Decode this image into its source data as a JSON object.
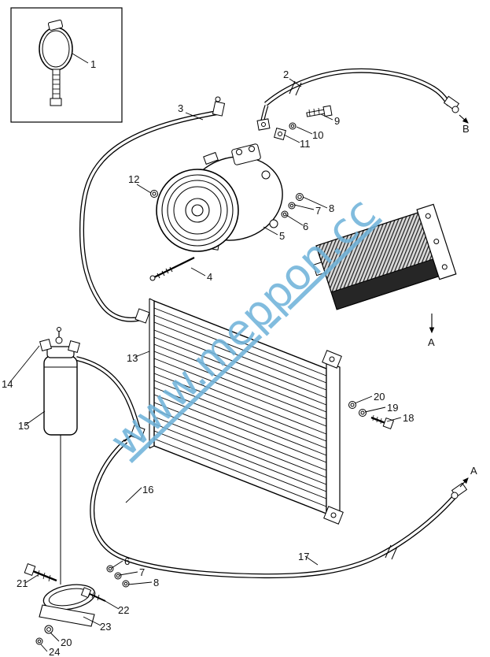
{
  "diagram": {
    "watermark": "www.meppon.cc",
    "watermark_color": "#6fb3da",
    "callouts": [
      {
        "id": "1",
        "text": "1"
      },
      {
        "id": "2",
        "text": "2"
      },
      {
        "id": "3",
        "text": "3"
      },
      {
        "id": "9",
        "text": "9"
      },
      {
        "id": "10",
        "text": "10"
      },
      {
        "id": "11",
        "text": "11"
      },
      {
        "id": "12",
        "text": "12"
      },
      {
        "id": "7a",
        "text": "7"
      },
      {
        "id": "8a",
        "text": "8"
      },
      {
        "id": "6a",
        "text": "6"
      },
      {
        "id": "5",
        "text": "5"
      },
      {
        "id": "4",
        "text": "4"
      },
      {
        "id": "13",
        "text": "13"
      },
      {
        "id": "14",
        "text": "14"
      },
      {
        "id": "15",
        "text": "15"
      },
      {
        "id": "20a",
        "text": "20"
      },
      {
        "id": "19",
        "text": "19"
      },
      {
        "id": "18",
        "text": "18"
      },
      {
        "id": "16",
        "text": "16"
      },
      {
        "id": "A1",
        "text": "A"
      },
      {
        "id": "A2",
        "text": "A"
      },
      {
        "id": "B",
        "text": "B"
      },
      {
        "id": "17",
        "text": "17"
      },
      {
        "id": "21",
        "text": "21"
      },
      {
        "id": "6b",
        "text": "6"
      },
      {
        "id": "7b",
        "text": "7"
      },
      {
        "id": "8b",
        "text": "8"
      },
      {
        "id": "22",
        "text": "22"
      },
      {
        "id": "23",
        "text": "23"
      },
      {
        "id": "20b",
        "text": "20"
      },
      {
        "id": "24",
        "text": "24"
      }
    ]
  }
}
